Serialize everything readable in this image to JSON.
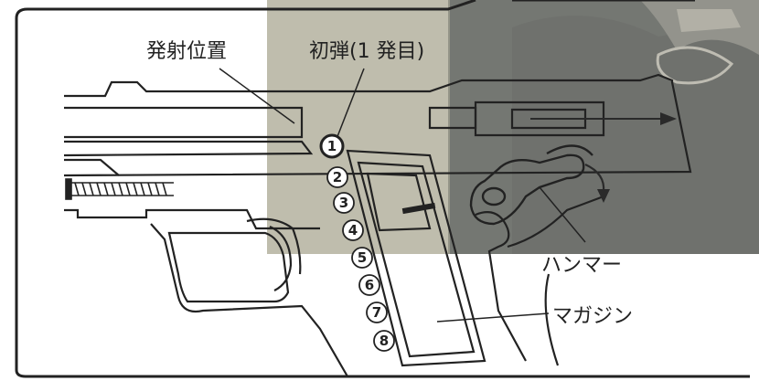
{
  "labels": {
    "firing_position": "発射位置",
    "first_round": "初弾(1 発目)",
    "hammer": "ハンマー",
    "magazine": "マガジン"
  },
  "rounds": [
    "1",
    "2",
    "3",
    "4",
    "5",
    "6",
    "7",
    "8"
  ],
  "colors": {
    "line": "#222222",
    "overlay": "#9a9885",
    "photo_dark": "#3b4450",
    "arrow": "#2a2a2a"
  }
}
